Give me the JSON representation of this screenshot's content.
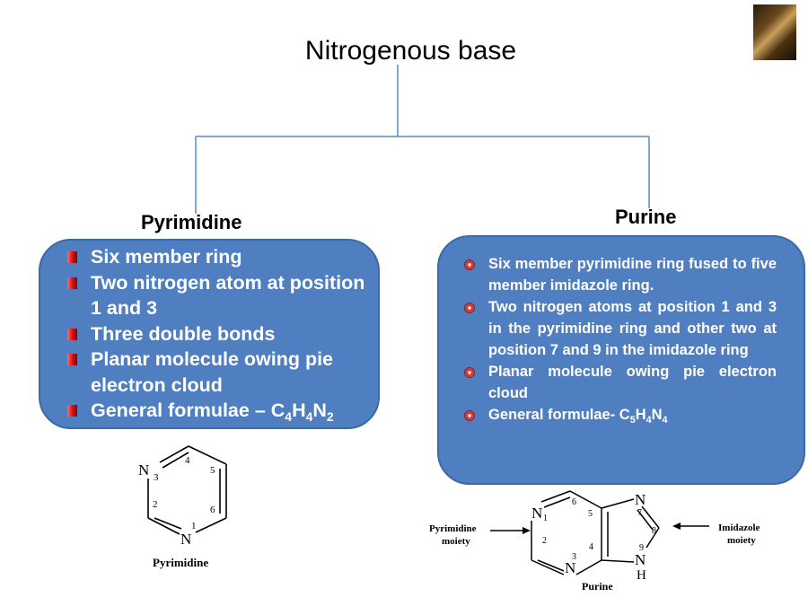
{
  "title": "Nitrogenous base",
  "pyrimidine": {
    "heading": "Pyrimidine",
    "points": [
      "Six member ring",
      "Two nitrogen atom at position 1 and 3",
      "Three double bonds",
      "Planar molecule owing pie electron cloud"
    ],
    "formula": {
      "prefix": "General formulae – C",
      "n1": "4",
      "h": "H",
      "n2": "4",
      "n": "N",
      "n3": "2"
    },
    "structure": {
      "caption": "Pyrimidine",
      "atom_labels": [
        "N",
        "3",
        "4",
        "5",
        "2",
        "6",
        "1",
        "N"
      ]
    }
  },
  "purine": {
    "heading": "Purine",
    "points": [
      "Six member pyrimidine ring fused to five member imidazole ring.",
      "Two nitrogen atoms at position 1 and 3 in the pyrimidine ring and other two at position 7 and 9 in the imidazole ring",
      "Planar molecule owing pie electron cloud"
    ],
    "formula": {
      "prefix": "General formulae- C",
      "n1": "5",
      "h": "H",
      "n2": "4",
      "n": "N",
      "n3": "4"
    },
    "structure": {
      "caption": "Purine",
      "left_label_1": "Pyrimidine",
      "left_label_2": "moiety",
      "right_label_1": "Imidazole",
      "right_label_2": "moiety",
      "atom_labels": [
        "N",
        "1",
        "6",
        "5",
        "2",
        "3",
        "N",
        "4",
        "N",
        "7",
        "8",
        "9",
        "N",
        "H"
      ]
    }
  }
}
